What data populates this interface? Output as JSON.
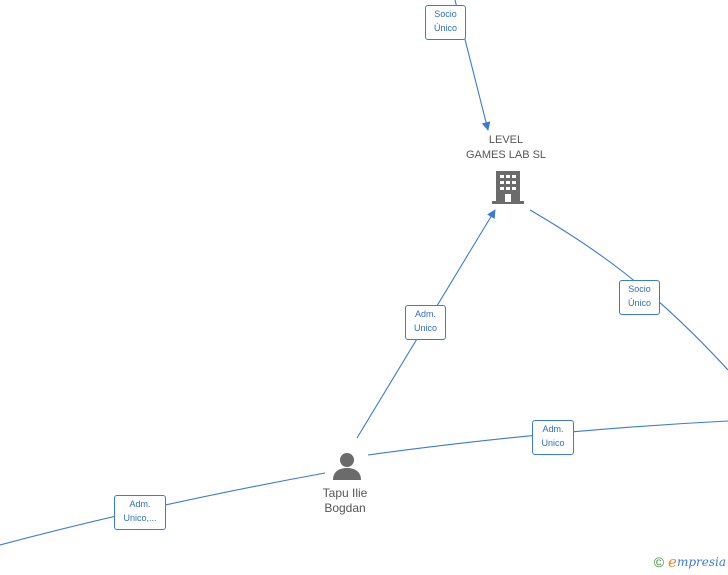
{
  "nodes": {
    "company": {
      "label": "LEVEL\nGAMES LAB  SL",
      "icon": "building-icon"
    },
    "person": {
      "label": "Tapu Ilie\nBogdan",
      "icon": "person-icon"
    }
  },
  "edge_labels": {
    "top": "Socio\nÚnico",
    "person_to_company": "Adm.\nUnico",
    "company_to_right": "Socio\nÚnico",
    "person_to_right": "Adm.\nUnico",
    "person_to_left": "Adm.\nUnico,..."
  },
  "brand": {
    "copyright": "©",
    "initial": "e",
    "rest": "mpresia"
  },
  "colors": {
    "edge": "#3a7bd5",
    "icon": "#6b6b6b",
    "text": "#555555"
  }
}
